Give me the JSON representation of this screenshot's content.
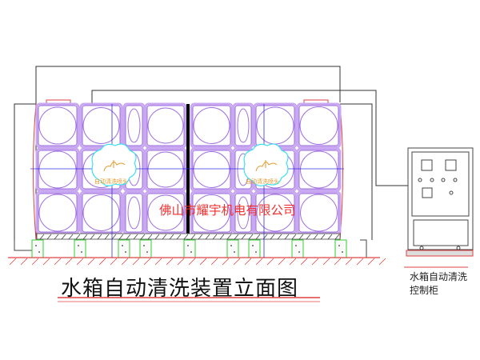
{
  "diagram": {
    "title": "水箱自动清洗装置立面图",
    "watermark": "佛山市耀宇机电有限公司",
    "nozzle_label": "自动清洗喷头",
    "control_cabinet": {
      "line1": "水箱自动清洗",
      "line2": "控制柜"
    },
    "colors": {
      "panel": "#a070e0",
      "panel_fill": "#c8a8f0",
      "outline": "#e04040",
      "axis": "#3030e0",
      "nozzle": "#40e0f0",
      "footing": "#30d030"
    }
  }
}
